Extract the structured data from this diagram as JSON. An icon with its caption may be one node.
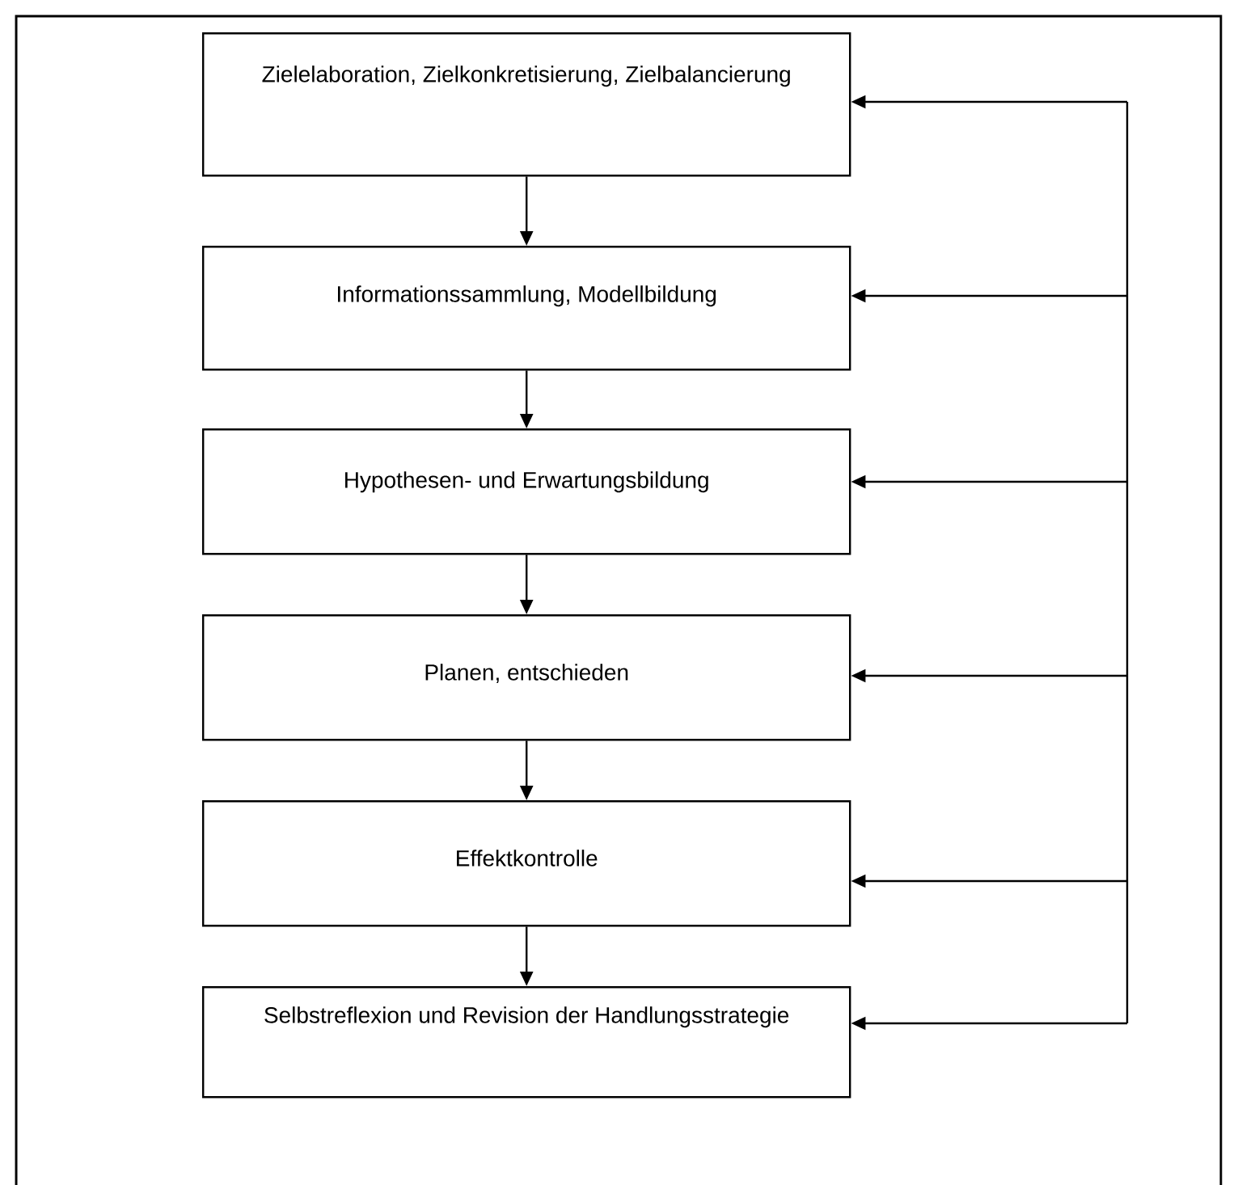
{
  "diagram": {
    "nodes": [
      {
        "text": [
          "Zielelaboration, Zielkonkretisierung, Zielbalancierung"
        ]
      },
      {
        "text": [
          "Informationssammlung, Modellbildung"
        ]
      },
      {
        "text": [
          "Hypothesen- und Erwartungsbildung"
        ]
      },
      {
        "text": [
          "Planen, entschieden"
        ]
      },
      {
        "text": [
          "Effektkontrolle"
        ]
      },
      {
        "text": [
          "Selbstreflexion und Revision der Handlungsstrategie"
        ]
      }
    ],
    "edges": [
      {
        "from": 0,
        "to": 1,
        "arrow": "to"
      },
      {
        "from": 1,
        "to": 2,
        "arrow": "to"
      },
      {
        "from": 2,
        "to": 3,
        "arrow": "to"
      },
      {
        "from": 3,
        "to": 4,
        "arrow": "to"
      },
      {
        "from": 4,
        "to": 5,
        "arrow": "to"
      },
      {
        "from": null,
        "to": 0,
        "arrow": "to"
      },
      {
        "from": null,
        "to": 1,
        "arrow": "to"
      },
      {
        "from": null,
        "to": 2,
        "arrow": "to"
      },
      {
        "from": null,
        "to": 3,
        "arrow": "to"
      },
      {
        "from": null,
        "to": 4,
        "arrow": "to"
      },
      {
        "from": null,
        "to": 5,
        "arrow": "to"
      }
    ]
  }
}
